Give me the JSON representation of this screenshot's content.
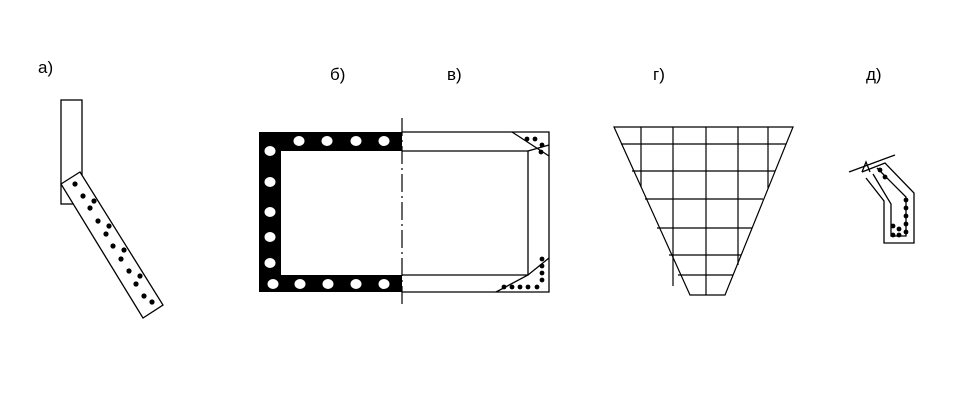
{
  "labels": {
    "a": "а)",
    "b": "б)",
    "v": "в)",
    "g": "г)",
    "d": "д)"
  },
  "colors": {
    "line": "#000000",
    "background": "#ffffff"
  }
}
